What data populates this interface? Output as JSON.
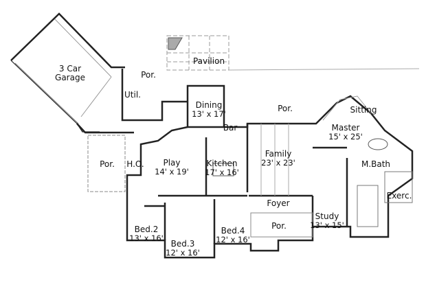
{
  "diagram": {
    "type": "floor_plan",
    "rooms": [
      {
        "id": "garage",
        "name": "3 Car",
        "name2": "Garage",
        "dims": ""
      },
      {
        "id": "porch_garage",
        "name": "Por.",
        "dims": ""
      },
      {
        "id": "pavilion",
        "name": "Pavilion",
        "dims": ""
      },
      {
        "id": "util",
        "name": "Util.",
        "dims": ""
      },
      {
        "id": "dining",
        "name": "Dining",
        "dims": "13' x 17'"
      },
      {
        "id": "porch_rear",
        "name": "Por.",
        "dims": ""
      },
      {
        "id": "bar",
        "name": "Bar",
        "dims": ""
      },
      {
        "id": "sitting",
        "name": "Sitting",
        "dims": ""
      },
      {
        "id": "master",
        "name": "Master",
        "dims": "15' x 25'"
      },
      {
        "id": "porch_left",
        "name": "Por.",
        "dims": ""
      },
      {
        "id": "ho",
        "name": "H.O.",
        "dims": ""
      },
      {
        "id": "play",
        "name": "Play",
        "dims": "14' x 19'"
      },
      {
        "id": "kitchen",
        "name": "Kitchen",
        "dims": "17' x 16'"
      },
      {
        "id": "family",
        "name": "Family",
        "dims": "23' x 23'"
      },
      {
        "id": "mbath",
        "name": "M.Bath",
        "dims": ""
      },
      {
        "id": "exerc",
        "name": "Exerc.",
        "dims": ""
      },
      {
        "id": "foyer",
        "name": "Foyer",
        "dims": ""
      },
      {
        "id": "study",
        "name": "Study",
        "dims": "13' x 15'"
      },
      {
        "id": "porch_front",
        "name": "Por.",
        "dims": ""
      },
      {
        "id": "bed2",
        "name": "Bed.2",
        "dims": "13' x 16'"
      },
      {
        "id": "bed3",
        "name": "Bed.3",
        "dims": "12' x 16'"
      },
      {
        "id": "bed4",
        "name": "Bed.4",
        "dims": "12' x 16'"
      }
    ]
  }
}
